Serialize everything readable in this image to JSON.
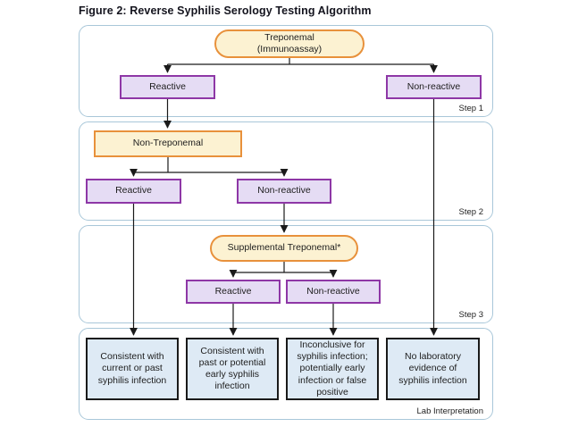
{
  "title": "Figure 2: Reverse Syphilis Serology Testing Algorithm",
  "steps": {
    "step1": {
      "label": "Step 1"
    },
    "step2": {
      "label": "Step 2"
    },
    "step3": {
      "label": "Step 3"
    },
    "lab": {
      "label": "Lab Interpretation"
    }
  },
  "nodes": {
    "treponemal_line1": "Treponemal",
    "treponemal_line2": "(Immunoassay)",
    "step1_reactive": "Reactive",
    "step1_nonreactive": "Non-reactive",
    "non_treponemal": "Non-Treponemal",
    "step2_reactive": "Reactive",
    "step2_nonreactive": "Non-reactive",
    "supplemental_treponemal": "Supplemental Treponemal*",
    "step3_reactive": "Reactive",
    "step3_nonreactive": "Non-reactive"
  },
  "interpretations": [
    "Consistent with current or past syphilis infection",
    "Consistent with past or potential early syphilis infection",
    "Inconclusive for syphilis infection; potentially early infection or false positive",
    "No laboratory evidence of syphilis infection"
  ],
  "colors": {
    "assay_fill": "#FCF2D2",
    "assay_border": "#E8913B",
    "result_fill": "#E5DCF4",
    "result_border": "#8E37A6",
    "interpretation_fill": "#DEEAF5",
    "interpretation_border": "#1A1A1A",
    "panel_border": "#A9C7D9",
    "connector": "#1A1A1A"
  }
}
